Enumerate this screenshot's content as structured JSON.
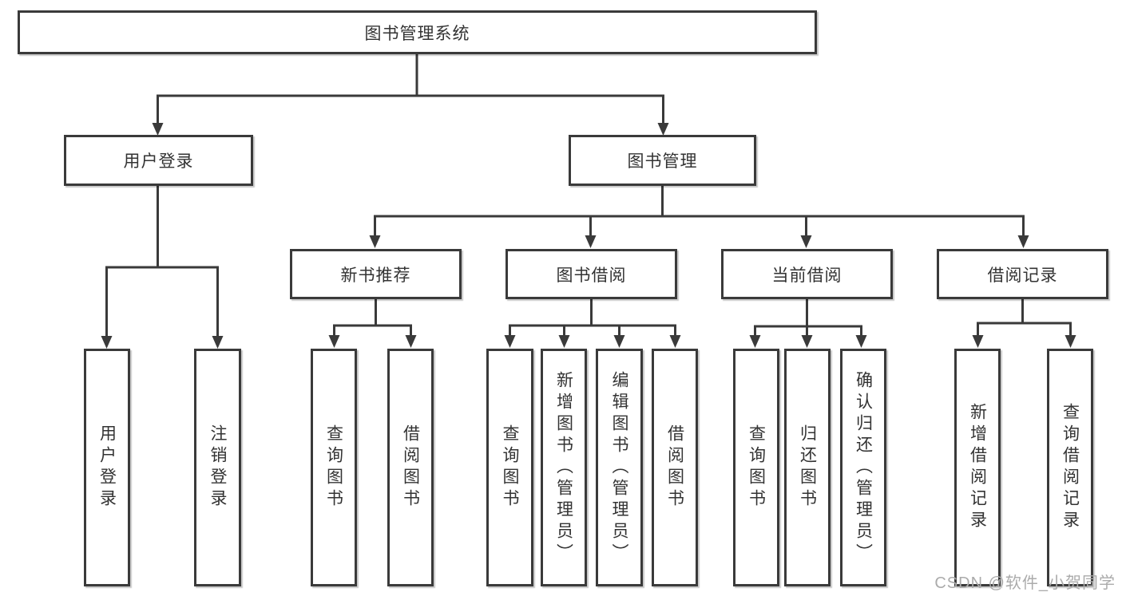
{
  "root": {
    "label": "图书管理系统"
  },
  "level2": [
    {
      "label": "用户登录"
    },
    {
      "label": "图书管理"
    }
  ],
  "level3": [
    {
      "label": "新书推荐",
      "parent": "图书管理"
    },
    {
      "label": "图书借阅",
      "parent": "图书管理"
    },
    {
      "label": "当前借阅",
      "parent": "图书管理"
    },
    {
      "label": "借阅记录",
      "parent": "图书管理"
    }
  ],
  "leaves": [
    {
      "label": "用户登录",
      "parent": "用户登录"
    },
    {
      "label": "注销登录",
      "parent": "用户登录"
    },
    {
      "label": "查询图书",
      "parent": "新书推荐"
    },
    {
      "label": "借阅图书",
      "parent": "新书推荐"
    },
    {
      "label": "查询图书",
      "parent": "图书借阅"
    },
    {
      "label": "新增图书（管理员）",
      "parent": "图书借阅"
    },
    {
      "label": "编辑图书（管理员）",
      "parent": "图书借阅"
    },
    {
      "label": "借阅图书",
      "parent": "图书借阅"
    },
    {
      "label": "查询图书",
      "parent": "当前借阅"
    },
    {
      "label": "归还图书",
      "parent": "当前借阅"
    },
    {
      "label": "确认归还（管理员）",
      "parent": "当前借阅"
    },
    {
      "label": "新增借阅记录",
      "parent": "借阅记录"
    },
    {
      "label": "查询借阅记录",
      "parent": "借阅记录"
    }
  ],
  "watermark": {
    "text": "CSDN @软件_小贺同学"
  },
  "colors": {
    "line": "#3a3a3a",
    "box_border": "#3a3a3a",
    "box_fill": "#ffffff",
    "text": "#333333",
    "watermark": "#ababab",
    "background": "#ffffff"
  }
}
